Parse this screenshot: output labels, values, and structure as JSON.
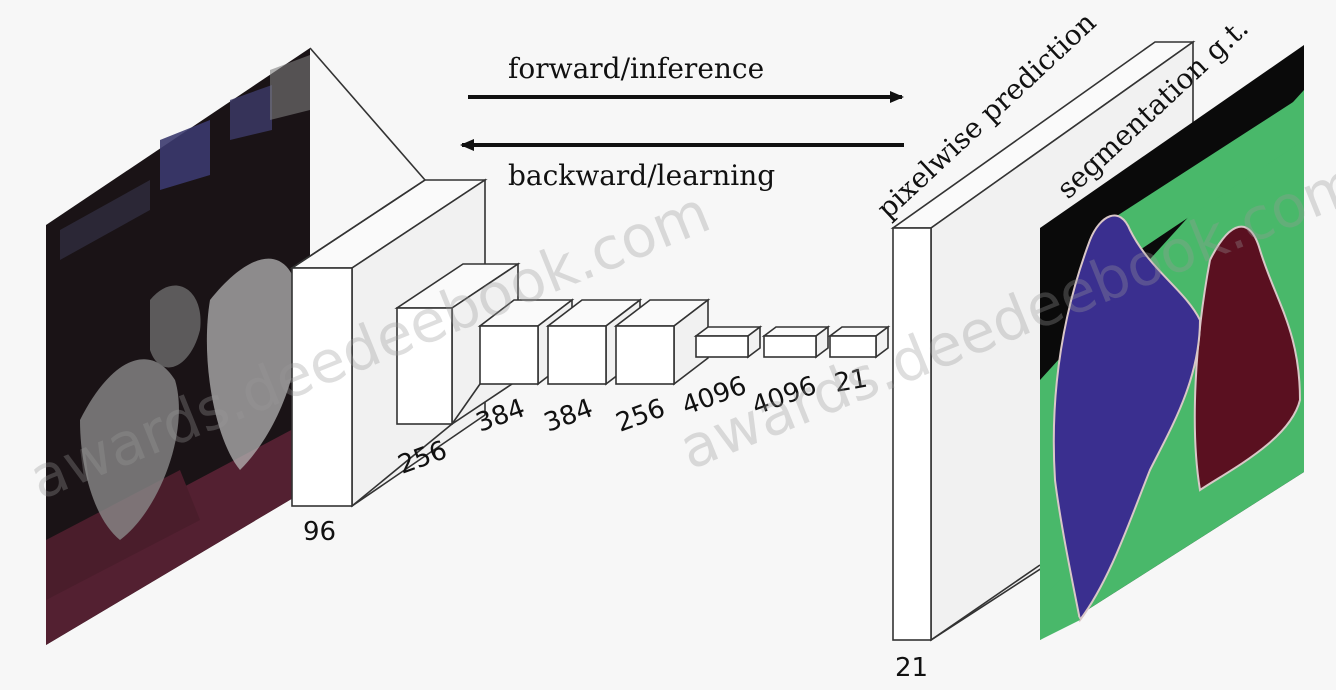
{
  "diagram": {
    "arrows": {
      "forward_label": "forward/inference",
      "backward_label": "backward/learning"
    },
    "layers": [
      {
        "label": "96"
      },
      {
        "label": "256"
      },
      {
        "label": "384"
      },
      {
        "label": "384"
      },
      {
        "label": "256"
      },
      {
        "label": "4096"
      },
      {
        "label": "4096"
      },
      {
        "label": "21"
      }
    ],
    "output_layer": {
      "label": "21"
    },
    "plane_labels": {
      "prediction": "pixelwise prediction",
      "ground_truth": "segmentation g.t."
    },
    "watermark": "awards.deedeebook.com",
    "colors": {
      "background": "#f7f7f7",
      "input_image": "#1a1316",
      "input_maroon": "#5a2234",
      "seg_background": "#0a0a0a",
      "seg_person": "#3a2f8f",
      "seg_dog": "#5a1020",
      "seg_grass": "#49b86a",
      "seg_outline": "#d9c7c7"
    }
  }
}
